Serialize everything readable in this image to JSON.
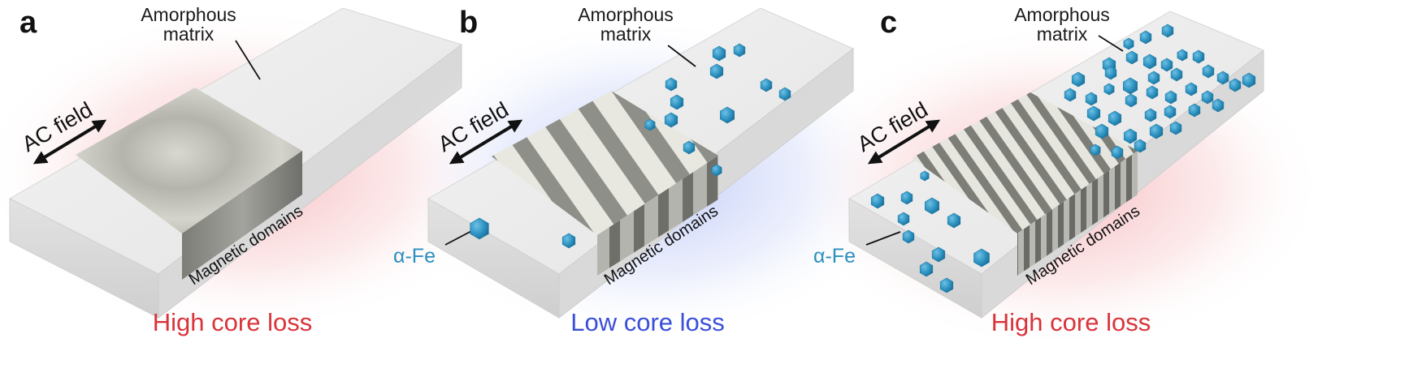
{
  "panels": [
    {
      "letter": "a",
      "matrix_label_line1": "Amorphous",
      "matrix_label_line2": "matrix",
      "field_label": "AC field",
      "domains_label": "Magnetic domains",
      "fe_label": "",
      "loss_label": "High core loss",
      "loss_color": "#d8343a",
      "glow_color": "#f4a5aa",
      "domain_pattern": "smooth",
      "particles": "none"
    },
    {
      "letter": "b",
      "matrix_label_line1": "Amorphous",
      "matrix_label_line2": "matrix",
      "field_label": "AC field",
      "domains_label": "Magnetic domains",
      "fe_label": "α-Fe",
      "loss_label": "Low core loss",
      "loss_color": "#3a4fd8",
      "glow_color": "#a9b8f5",
      "domain_pattern": "wide-stripes",
      "particles": "few"
    },
    {
      "letter": "c",
      "matrix_label_line1": "Amorphous",
      "matrix_label_line2": "matrix",
      "field_label": "AC field",
      "domains_label": "Magnetic domains",
      "fe_label": "α-Fe",
      "loss_label": "High core loss",
      "loss_color": "#d8343a",
      "glow_color": "#f4a5aa",
      "domain_pattern": "fine-stripes",
      "particles": "many"
    }
  ],
  "colors": {
    "slab_top": "#ececec",
    "slab_front": "#dcdcdc",
    "slab_side": "#d0d0d0",
    "particle": "#2d93c2",
    "arrow": "#111111"
  }
}
